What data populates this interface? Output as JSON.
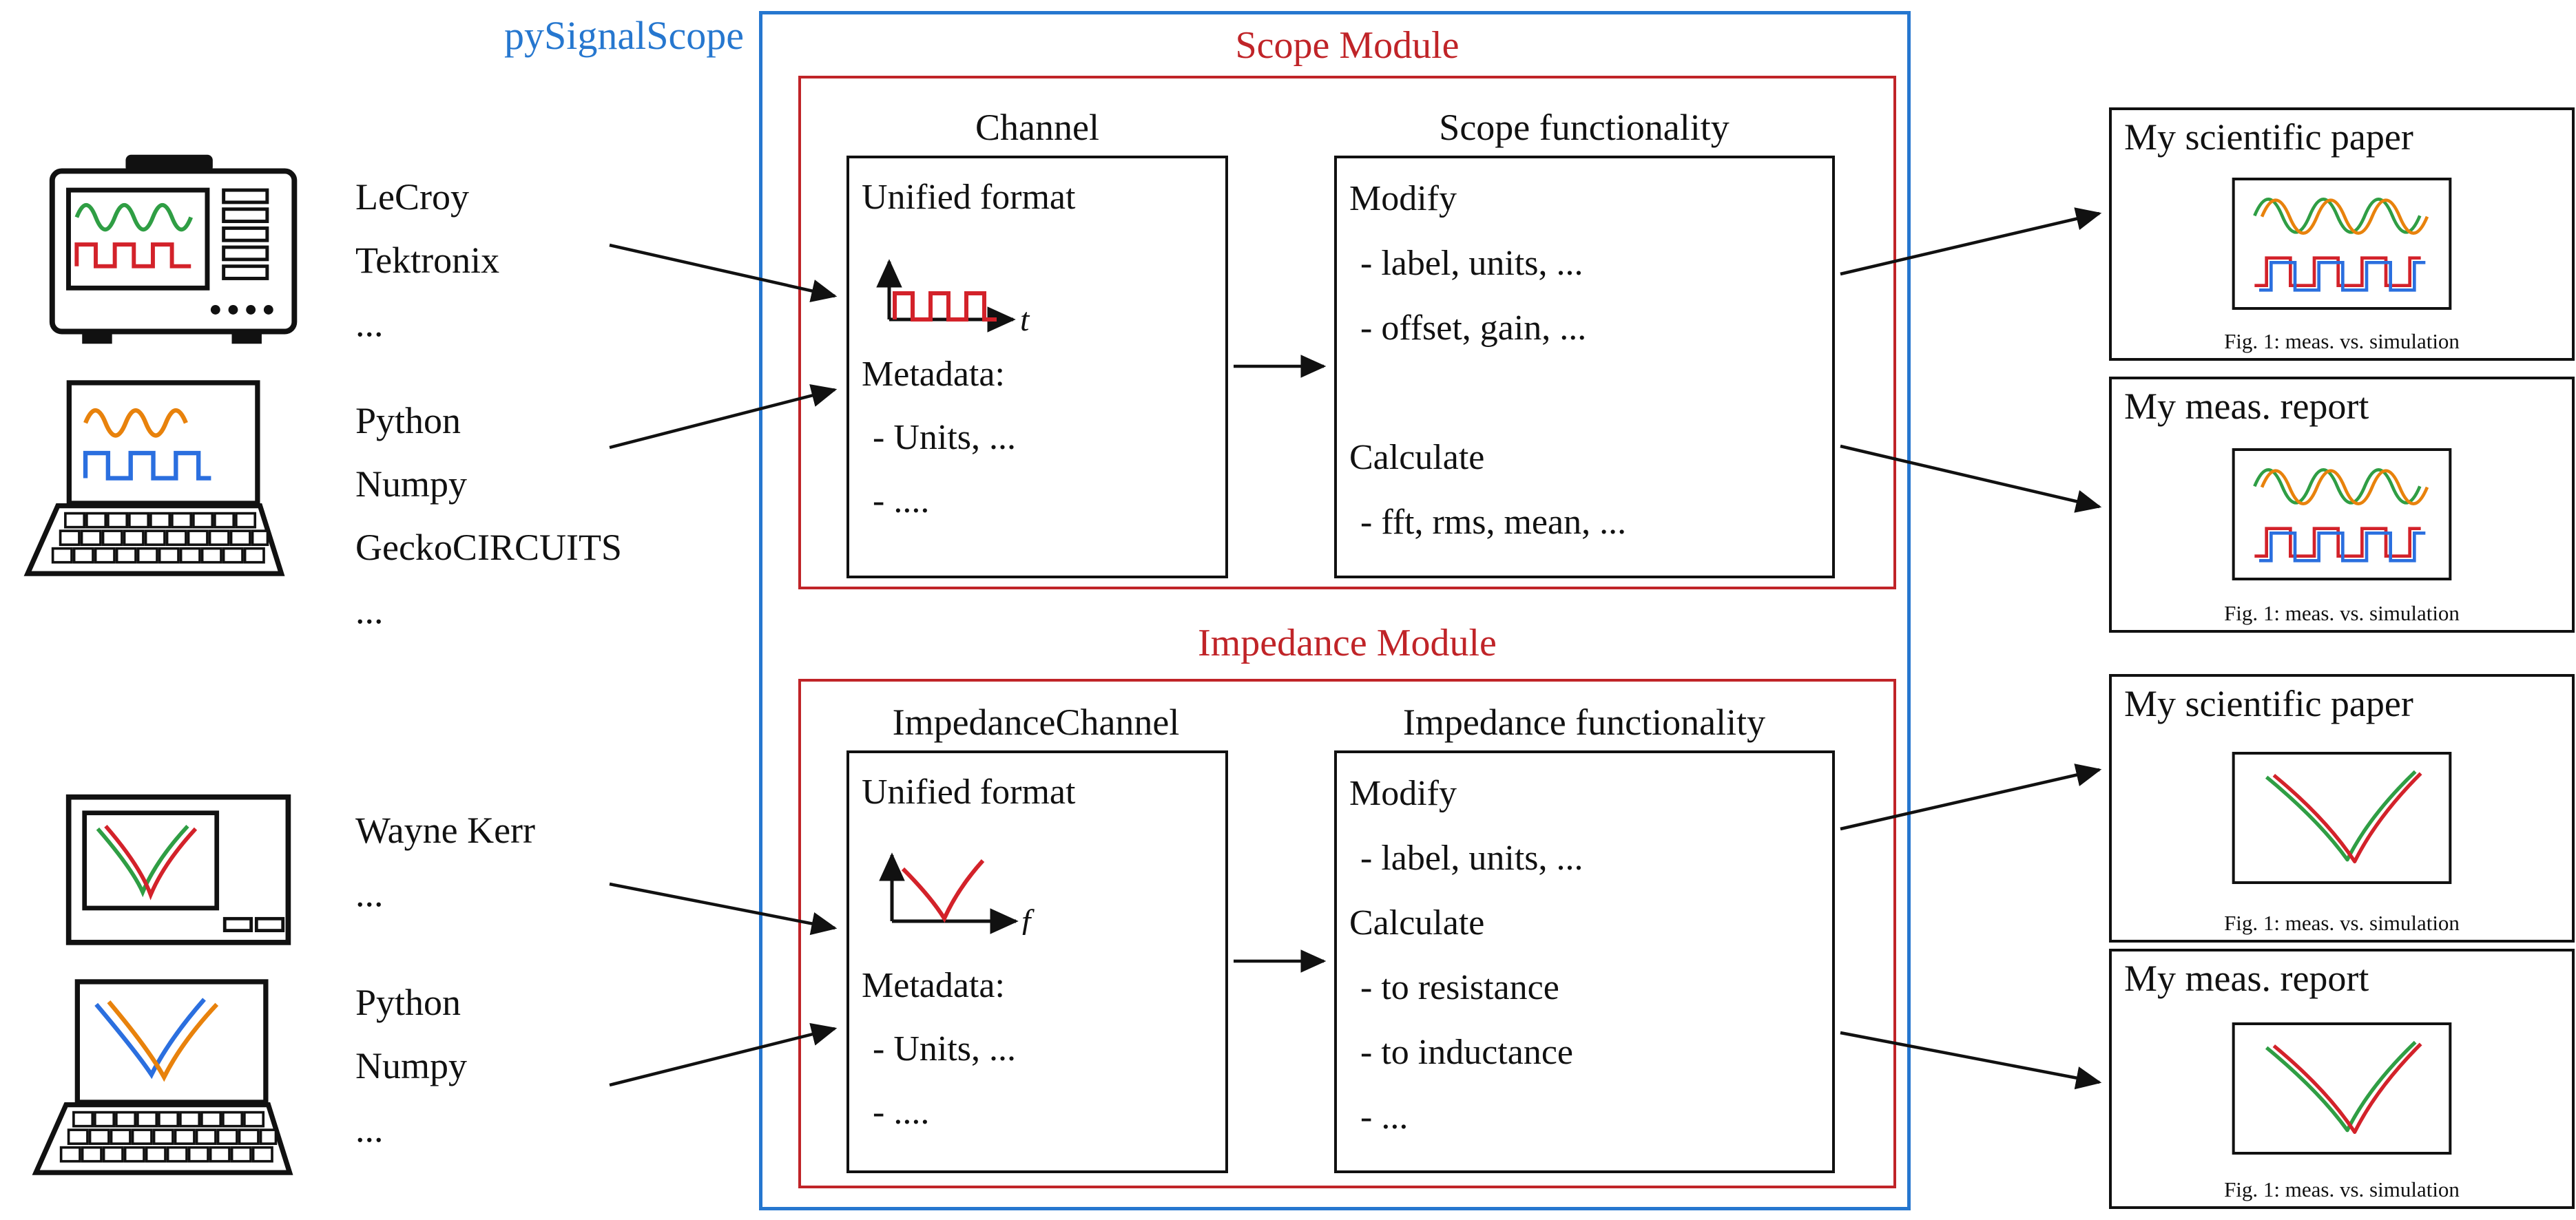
{
  "title": "pySignalScope",
  "colors": {
    "frame_blue": "#2677cf",
    "frame_red": "#c02428",
    "wave_green": "#2f9e44",
    "wave_orange": "#e8820c",
    "wave_red": "#d3222a",
    "wave_blue": "#2b6fdf"
  },
  "scope_module": {
    "title": "Scope Module",
    "channel": {
      "title": "Channel",
      "format_label": "Unified format",
      "axis_label": "t",
      "metadata_label": "Metadata:",
      "metadata_items": [
        "- Units, ...",
        "- ...."
      ]
    },
    "functionality": {
      "title": "Scope functionality",
      "modify_label": "Modify",
      "modify_items": [
        "- label, units, ...",
        "- offset, gain, ..."
      ],
      "calculate_label": "Calculate",
      "calculate_items": [
        "- fft, rms, mean, ..."
      ]
    }
  },
  "impedance_module": {
    "title": "Impedance Module",
    "channel": {
      "title": "ImpedanceChannel",
      "format_label": "Unified format",
      "axis_label": "f",
      "metadata_label": "Metadata:",
      "metadata_items": [
        "- Units, ...",
        "- ...."
      ]
    },
    "functionality": {
      "title": "Impedance functionality",
      "modify_label": "Modify",
      "modify_items": [
        "- label, units, ..."
      ],
      "calculate_label": "Calculate",
      "calculate_items": [
        "- to resistance",
        "- to inductance",
        "- ..."
      ]
    }
  },
  "sources": {
    "scope_hw": [
      "LeCroy",
      "Tektronix",
      "..."
    ],
    "scope_sw": [
      "Python",
      "Numpy",
      "GeckoCIRCUITS",
      "..."
    ],
    "impedance_hw": [
      "Wayne Kerr",
      "..."
    ],
    "impedance_sw": [
      "Python",
      "Numpy",
      "..."
    ]
  },
  "outputs": [
    {
      "title": "My scientific paper",
      "caption": "Fig. 1: meas. vs. simulation"
    },
    {
      "title": "My meas. report",
      "caption": "Fig. 1: meas. vs. simulation"
    },
    {
      "title": "My scientific paper",
      "caption": "Fig. 1: meas. vs. simulation"
    },
    {
      "title": "My meas. report",
      "caption": "Fig. 1: meas. vs. simulation"
    }
  ]
}
